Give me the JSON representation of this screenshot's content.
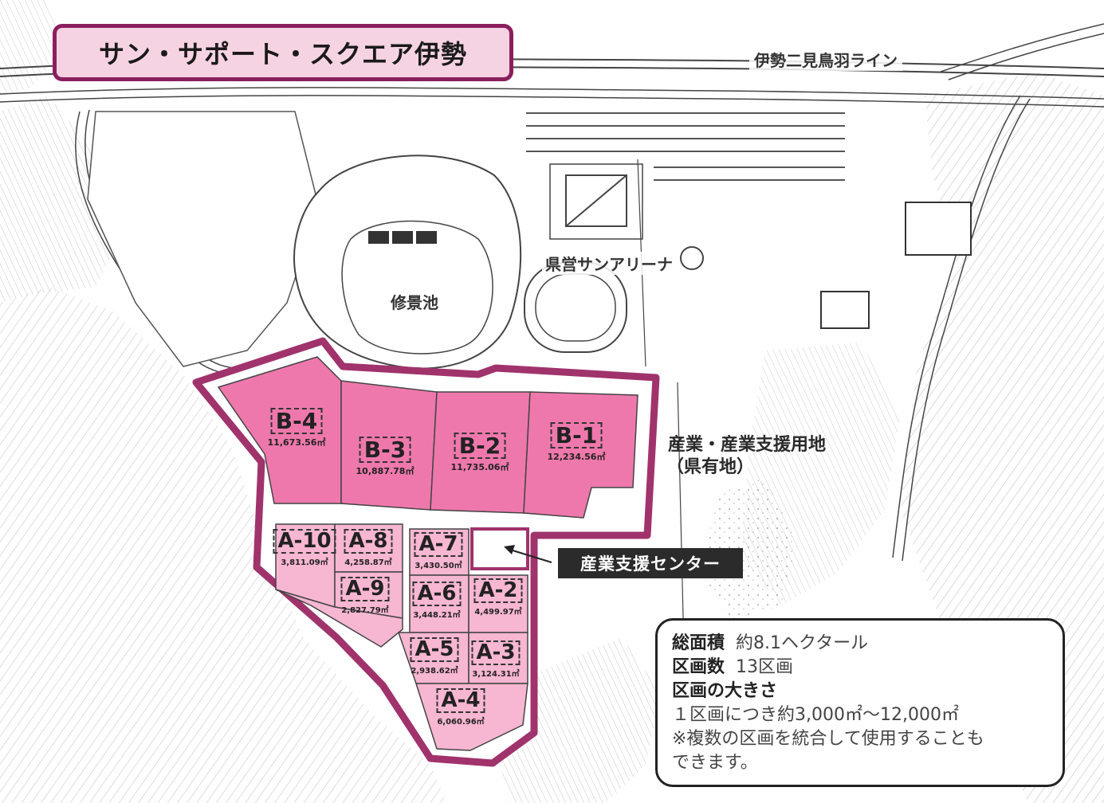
{
  "title": "サン・サポート・スクエア伊勢",
  "map_labels": {
    "road": "伊勢二見鳥羽ライン",
    "arena": "県営サンアリーナ",
    "pond": "修景池",
    "pref_land": "産業・産業支援用地",
    "pref_land_sub": "（県有地）",
    "support_center": "産業支援センター"
  },
  "lots": [
    {
      "id": "B-4",
      "area": "11,673.56㎡"
    },
    {
      "id": "B-3",
      "area": "10,887.78㎡"
    },
    {
      "id": "B-2",
      "area": "11,735.06㎡"
    },
    {
      "id": "B-1",
      "area": "12,234.56㎡"
    },
    {
      "id": "A-10",
      "area": "3,811.09㎡"
    },
    {
      "id": "A-8",
      "area": "4,258.87㎡"
    },
    {
      "id": "A-9",
      "area": "2,827.79㎡"
    },
    {
      "id": "A-7",
      "area": "3,430.50㎡"
    },
    {
      "id": "A-6",
      "area": "3,448.21㎡"
    },
    {
      "id": "A-2",
      "area": "4,499.97㎡"
    },
    {
      "id": "A-5",
      "area": "2,938.62㎡"
    },
    {
      "id": "A-3",
      "area": "3,124.31㎡"
    },
    {
      "id": "A-4",
      "area": "6,060.96㎡"
    }
  ],
  "info": {
    "total_area_label": "総面積",
    "total_area_value": "約8.1ヘクタール",
    "lot_count_label": "区画数",
    "lot_count_value": "13区画",
    "lot_size_label": "区画の大きさ",
    "lot_size_value": "１区画につき約3,000㎡〜12,000㎡",
    "note_line1": "※複数の区画を統合して使用することも",
    "note_line2": "できます。"
  },
  "colors": {
    "outline": "#a0336c",
    "lot_b": "#ee78ac",
    "lot_a": "#f7b6d2",
    "title_bg": "#f6d3e3",
    "title_border": "#8b1f5e"
  }
}
